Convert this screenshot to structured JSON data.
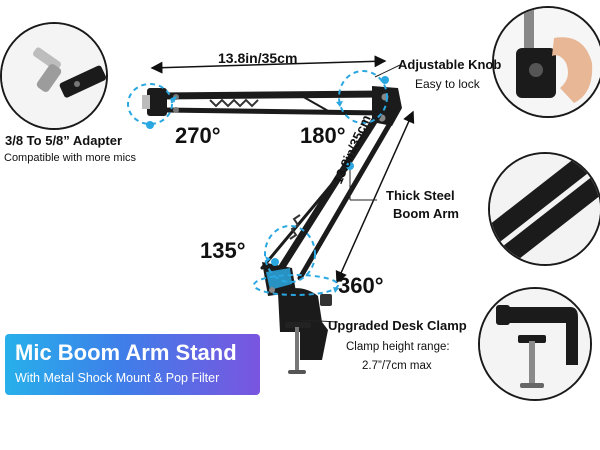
{
  "product": {
    "title": "Mic Boom Arm Stand",
    "subtitle": "With Metal Shock Mount & Pop Filter"
  },
  "dimensions": {
    "horizontal": "13.8in/35cm",
    "diagonal": "13.8in/35cm"
  },
  "angles": {
    "adapter_rotation": "270°",
    "elbow_rotation": "180°",
    "lower_joint_rotation": "135°",
    "base_rotation": "360°"
  },
  "features": {
    "adapter": {
      "title": "3/8 To 5/8” Adapter",
      "desc": "Compatible with more mics"
    },
    "knob": {
      "title": "Adjustable Knob",
      "desc": "Easy to lock"
    },
    "arm": {
      "title_line1": "Thick Steel",
      "title_line2": "Boom Arm"
    },
    "clamp": {
      "title": "Upgraded Desk Clamp",
      "desc_line1": "Clamp height range:",
      "desc_line2": "2.7”/7cm max"
    }
  },
  "colors": {
    "accent": "#2aa7e0",
    "arm": "#1b1b1b",
    "banner_start": "#27b0ea",
    "banner_end": "#7a55e0"
  }
}
